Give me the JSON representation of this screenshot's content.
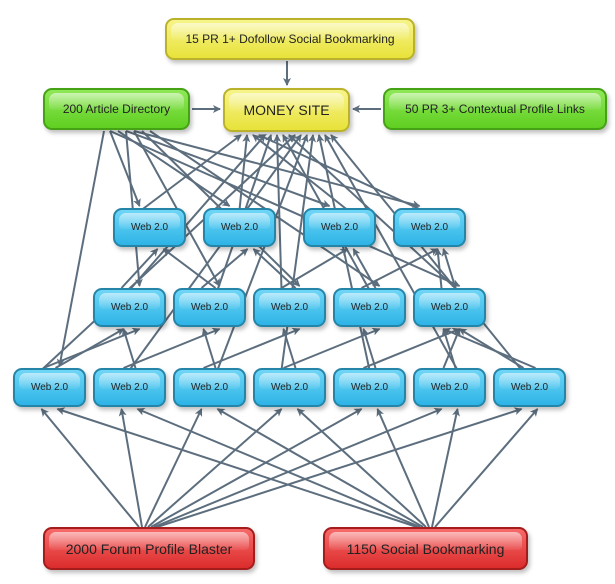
{
  "colors": {
    "arrow": "#5c6e7e",
    "money_site": "#ece63e",
    "tier1": "#6ad42c",
    "web20": "#3bbcea",
    "tier3": "#e53a3a"
  },
  "nodes": {
    "social_bookmarking_top": "15 PR 1+ Dofollow Social Bookmarking",
    "article_directory": "200 Article Directory",
    "money_site": "MONEY SITE",
    "contextual_profile_links": "50 PR 3+ Contextual Profile Links",
    "forum_profile_blaster": "2000 Forum Profile Blaster",
    "social_bookmarking_bottom": "1150 Social Bookmarking",
    "web20_label": "Web 2.0"
  },
  "web20_rows": [
    {
      "row": 1,
      "count": 4
    },
    {
      "row": 2,
      "count": 5
    },
    {
      "row": 3,
      "count": 7
    }
  ]
}
